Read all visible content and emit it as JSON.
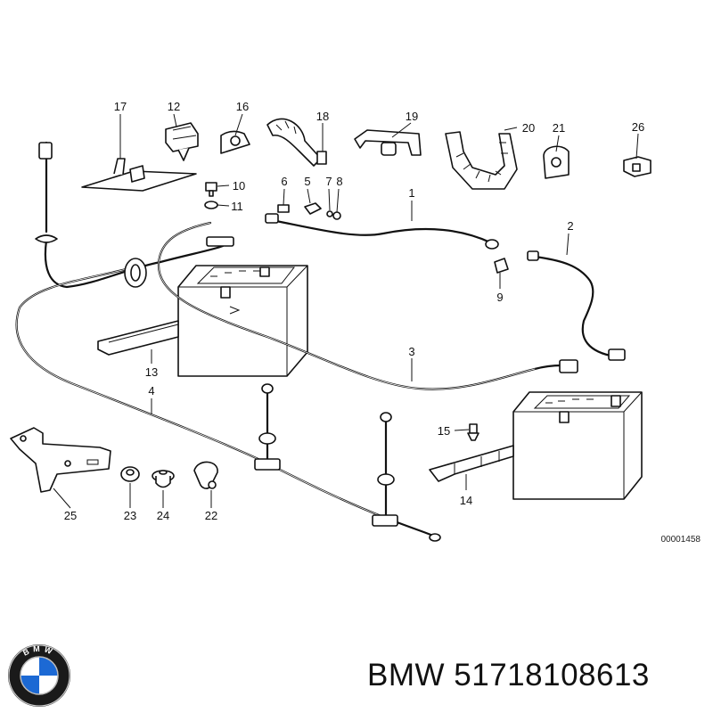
{
  "diagram": {
    "catalog_code": "00001458",
    "part_labels": [
      "1",
      "2",
      "3",
      "4",
      "5",
      "6",
      "7",
      "8",
      "9",
      "10",
      "11",
      "12",
      "13",
      "14",
      "15",
      "16",
      "17",
      "18",
      "19",
      "20",
      "21",
      "22",
      "23",
      "24",
      "25",
      "26"
    ]
  },
  "footer": {
    "logo_text": "BMW",
    "brand": "BMW",
    "part_number": "51718108613"
  },
  "colors": {
    "logo_blue": "#1c69d4",
    "logo_ring": "#1a1a1a",
    "line": "#111111"
  }
}
